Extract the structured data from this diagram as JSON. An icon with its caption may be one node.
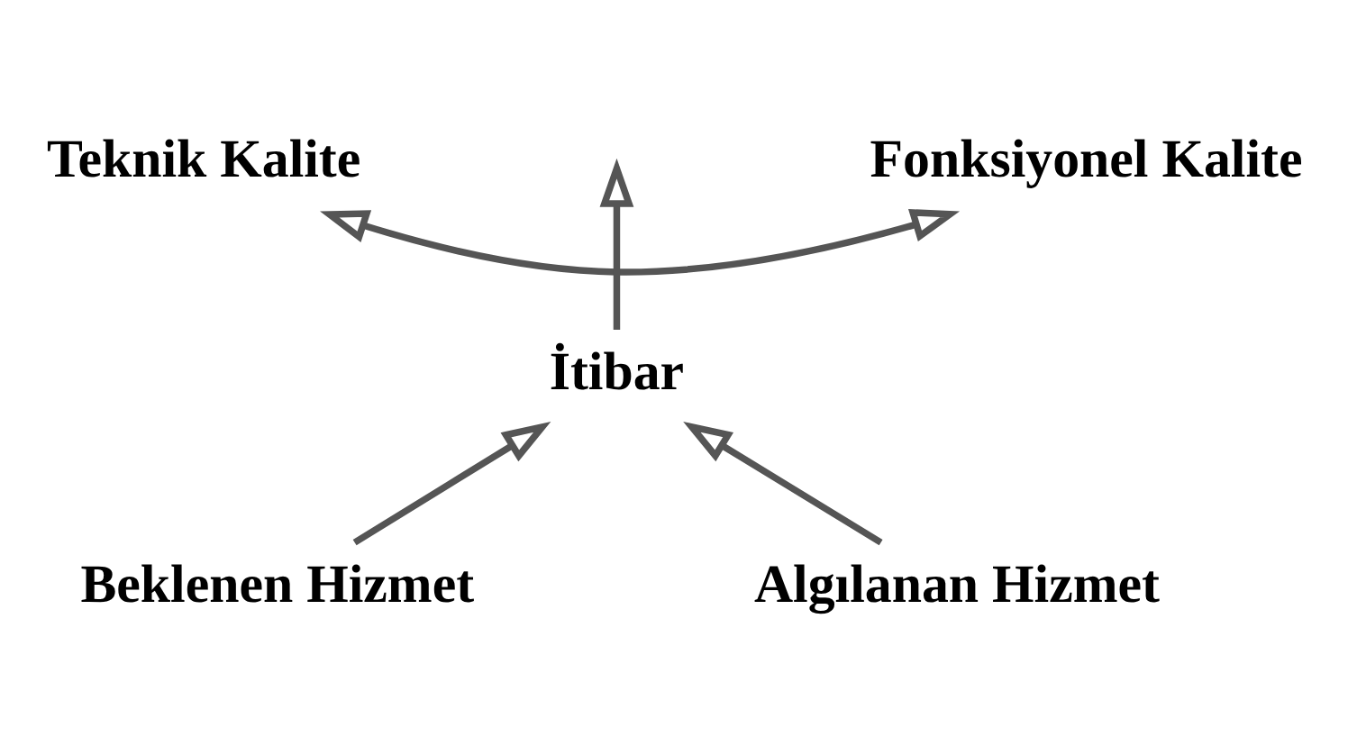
{
  "diagram": {
    "nodes": [
      {
        "text": [
          "Teknik Kalite"
        ]
      },
      {
        "text": [
          "Fonksiyonel Kalite"
        ]
      },
      {
        "text": [
          "İtibar"
        ]
      },
      {
        "text": [
          "Beklenen Hizmet"
        ]
      },
      {
        "text": [
          "Algılanan Hizmet"
        ]
      }
    ],
    "edges": [
      {
        "from": 0,
        "to": 1,
        "arrow": "both"
      },
      {
        "from": 2,
        "to": null,
        "arrow": "to"
      },
      {
        "from": 3,
        "to": 2,
        "arrow": "to"
      },
      {
        "from": 4,
        "to": 2,
        "arrow": "to"
      }
    ]
  }
}
